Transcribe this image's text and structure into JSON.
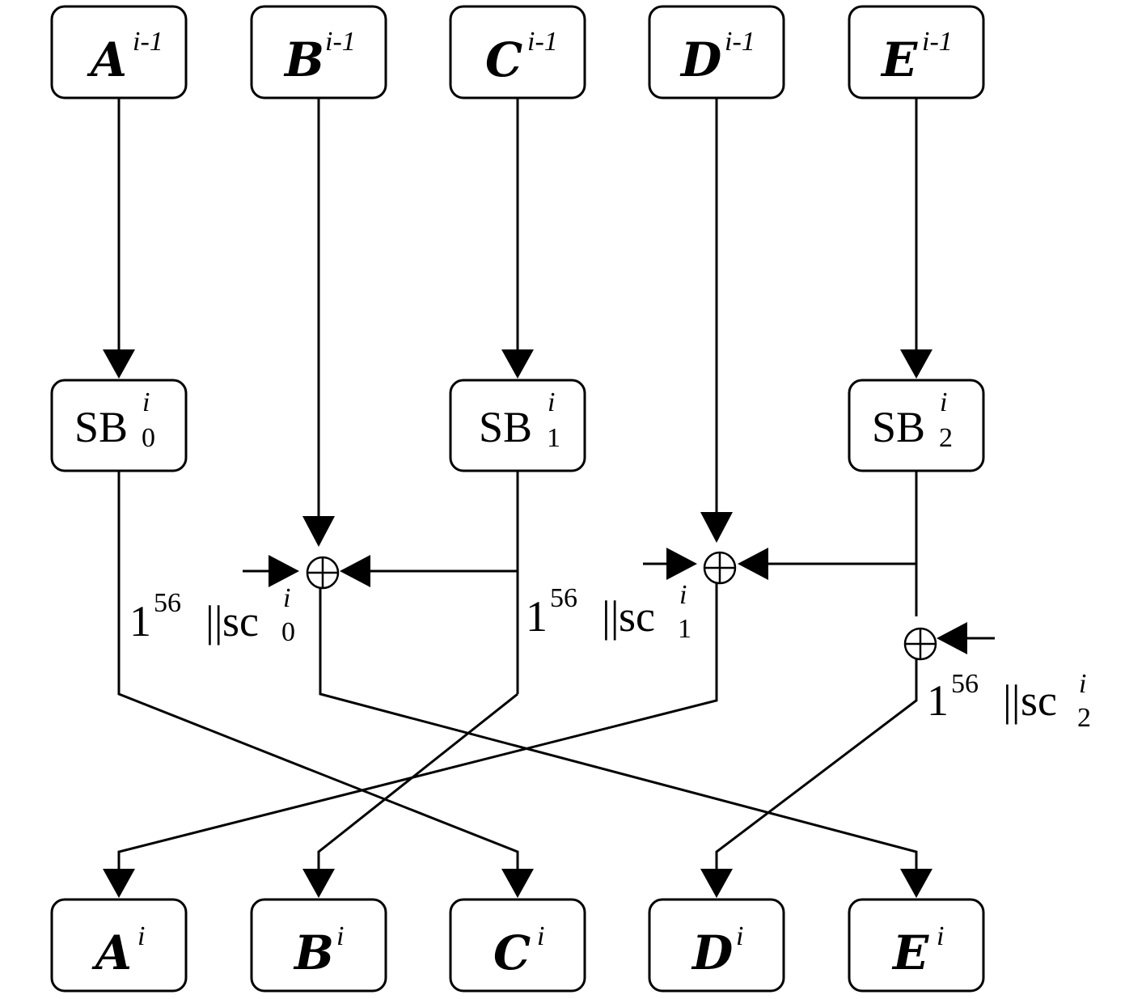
{
  "inputs": [
    {
      "letter": "A",
      "sup": "i-1"
    },
    {
      "letter": "B",
      "sup": "i-1"
    },
    {
      "letter": "C",
      "sup": "i-1"
    },
    {
      "letter": "D",
      "sup": "i-1"
    },
    {
      "letter": "E",
      "sup": "i-1"
    }
  ],
  "sboxes": [
    {
      "name": "SB",
      "sub": "0",
      "sup": "i"
    },
    {
      "name": "SB",
      "sub": "1",
      "sup": "i"
    },
    {
      "name": "SB",
      "sub": "2",
      "sup": "i"
    }
  ],
  "constants": [
    {
      "base": "1",
      "exp": "56",
      "sep": "||",
      "name": "sc",
      "sub": "0",
      "sup": "i"
    },
    {
      "base": "1",
      "exp": "56",
      "sep": "||",
      "name": "sc",
      "sub": "1",
      "sup": "i"
    },
    {
      "base": "1",
      "exp": "56",
      "sep": "||",
      "name": "sc",
      "sub": "2",
      "sup": "i"
    }
  ],
  "xor_symbol": "⊕",
  "outputs": [
    {
      "letter": "A",
      "sup": "i"
    },
    {
      "letter": "B",
      "sup": "i"
    },
    {
      "letter": "C",
      "sup": "i"
    },
    {
      "letter": "D",
      "sup": "i"
    },
    {
      "letter": "E",
      "sup": "i"
    }
  ]
}
